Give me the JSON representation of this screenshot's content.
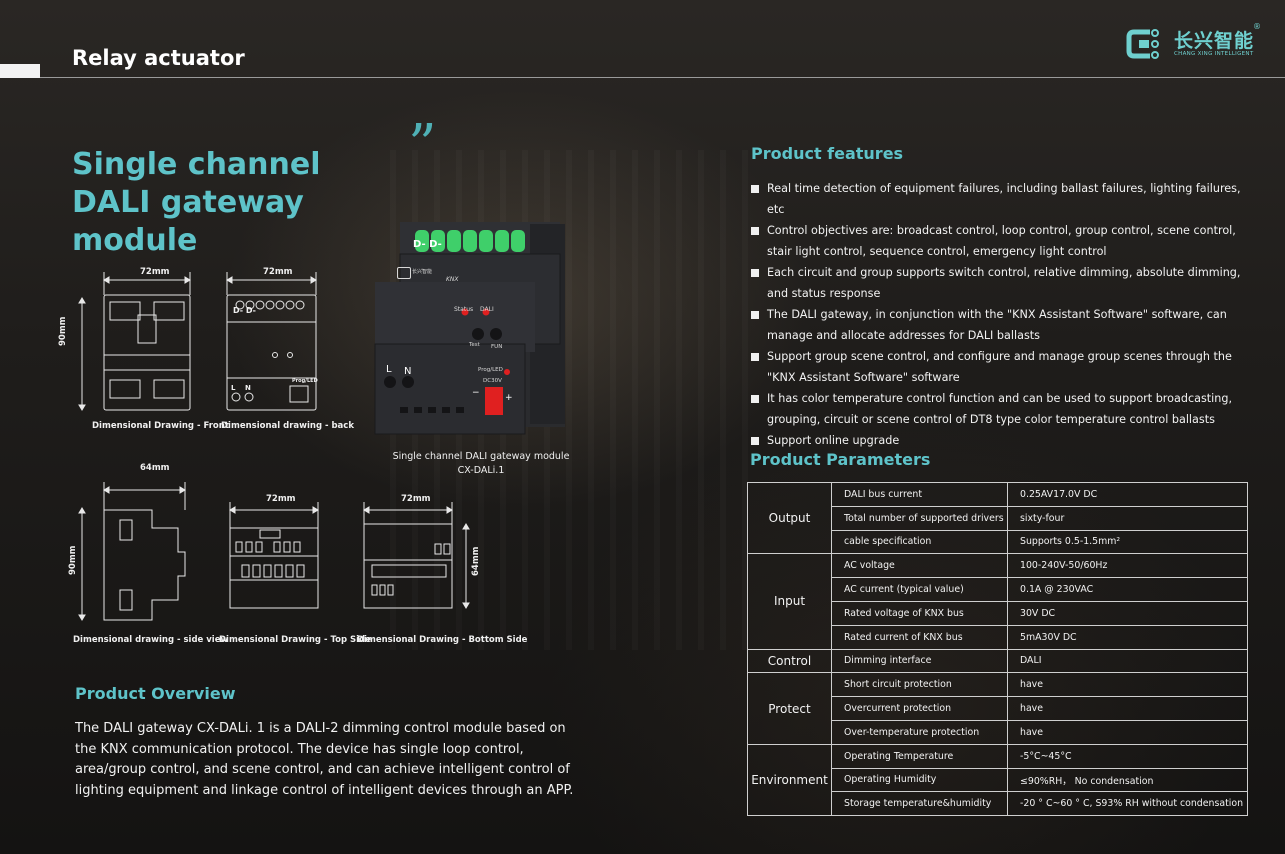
{
  "header": {
    "section_title": "Relay actuator",
    "logo_cn": "长兴智能",
    "logo_en": "CHANG XING INTELLIGENT",
    "logo_reg": "®"
  },
  "hero": {
    "title": "Single channel DALI gateway module",
    "quote": "”"
  },
  "drawings": {
    "front": {
      "caption": "Dimensional Drawing - Front",
      "width": "72mm",
      "height": "90mm"
    },
    "back": {
      "caption": "Dimensional drawing - back",
      "width": "72mm",
      "terminal": "D- D-",
      "l": "L",
      "n": "N",
      "prog": "Prog/LED"
    },
    "side": {
      "caption": "Dimensional drawing - side view",
      "width": "64mm",
      "height": "90mm"
    },
    "top": {
      "caption": "Dimensional Drawing - Top Side",
      "width": "72mm"
    },
    "bottom": {
      "caption": "Dimensional Drawing - Bottom Side",
      "width": "72mm",
      "height": "64mm"
    }
  },
  "product": {
    "caption_line1": "Single channel DALI gateway module",
    "caption_line2": "CX-DALi.1",
    "device": {
      "terminal": "D- D-",
      "brand": "长兴智能",
      "knx": "KNX",
      "status": "Status",
      "dali": "DALI",
      "test": "Test",
      "fun": "FUN",
      "l": "L",
      "n": "N",
      "prog": "Prog/LED",
      "dc": "DC30V",
      "minus": "−",
      "plus": "+"
    }
  },
  "overview": {
    "title": "Product Overview",
    "text": "The DALI gateway CX-DALi. 1 is a DALI-2 dimming control module based on the KNX communication protocol. The device has single loop control, area/group control, and scene control, and can achieve intelligent control of lighting equipment and linkage control of intelligent devices through an APP."
  },
  "features": {
    "title": "Product features",
    "items": [
      "Real time detection of equipment failures, including ballast failures, lighting failures, etc",
      "Control objectives are: broadcast control, loop control, group control, scene control, stair light control, sequence control, emergency light control",
      "Each circuit and group supports switch control, relative dimming, absolute dimming, and status response",
      "The DALI gateway, in conjunction with the \"KNX Assistant Software\" software, can manage and allocate addresses for DALI ballasts",
      "Support group scene control, and configure and manage group scenes through the \"KNX Assistant Software\" software",
      "It has color temperature control function and can be used to support broadcasting, grouping, circuit or scene control of DT8 type color temperature control ballasts",
      "Support online upgrade"
    ]
  },
  "parameters": {
    "title": "Product Parameters",
    "groups": [
      {
        "category": "Output",
        "rows": [
          {
            "name": "DALI bus current",
            "value": "0.25AV17.0V DC"
          },
          {
            "name": "Total number of supported drivers",
            "value": "sixty-four"
          },
          {
            "name": "cable specification",
            "value": "Supports 0.5-1.5mm²"
          }
        ]
      },
      {
        "category": "Input",
        "rows": [
          {
            "name": "AC voltage",
            "value": "100-240V-50/60Hz"
          },
          {
            "name": "AC current (typical value)",
            "value": "0.1A @ 230VAC"
          },
          {
            "name": "Rated voltage of KNX bus",
            "value": "30V DC"
          },
          {
            "name": "Rated current of KNX bus",
            "value": "5mA30V DC"
          }
        ]
      },
      {
        "category": "Control",
        "rows": [
          {
            "name": "Dimming interface",
            "value": "DALI"
          }
        ]
      },
      {
        "category": "Protect",
        "rows": [
          {
            "name": "Short circuit protection",
            "value": "have"
          },
          {
            "name": "Overcurrent protection",
            "value": "have"
          },
          {
            "name": "Over-temperature protection",
            "value": "have"
          }
        ]
      },
      {
        "category": "Environment",
        "rows": [
          {
            "name": "Operating Temperature",
            "value": "-5°C~45°C"
          },
          {
            "name": "Operating Humidity",
            "value": "≤90%RH， No condensation"
          },
          {
            "name": "Storage temperature&humidity",
            "value": "-20 ° C~60 ° C, S93% RH without condensation"
          }
        ]
      }
    ]
  },
  "colors": {
    "accent": "#5ec3c9",
    "logo": "#6fd0cf",
    "terminal_green": "#3fcf6a",
    "led_red": "#e02020"
  }
}
